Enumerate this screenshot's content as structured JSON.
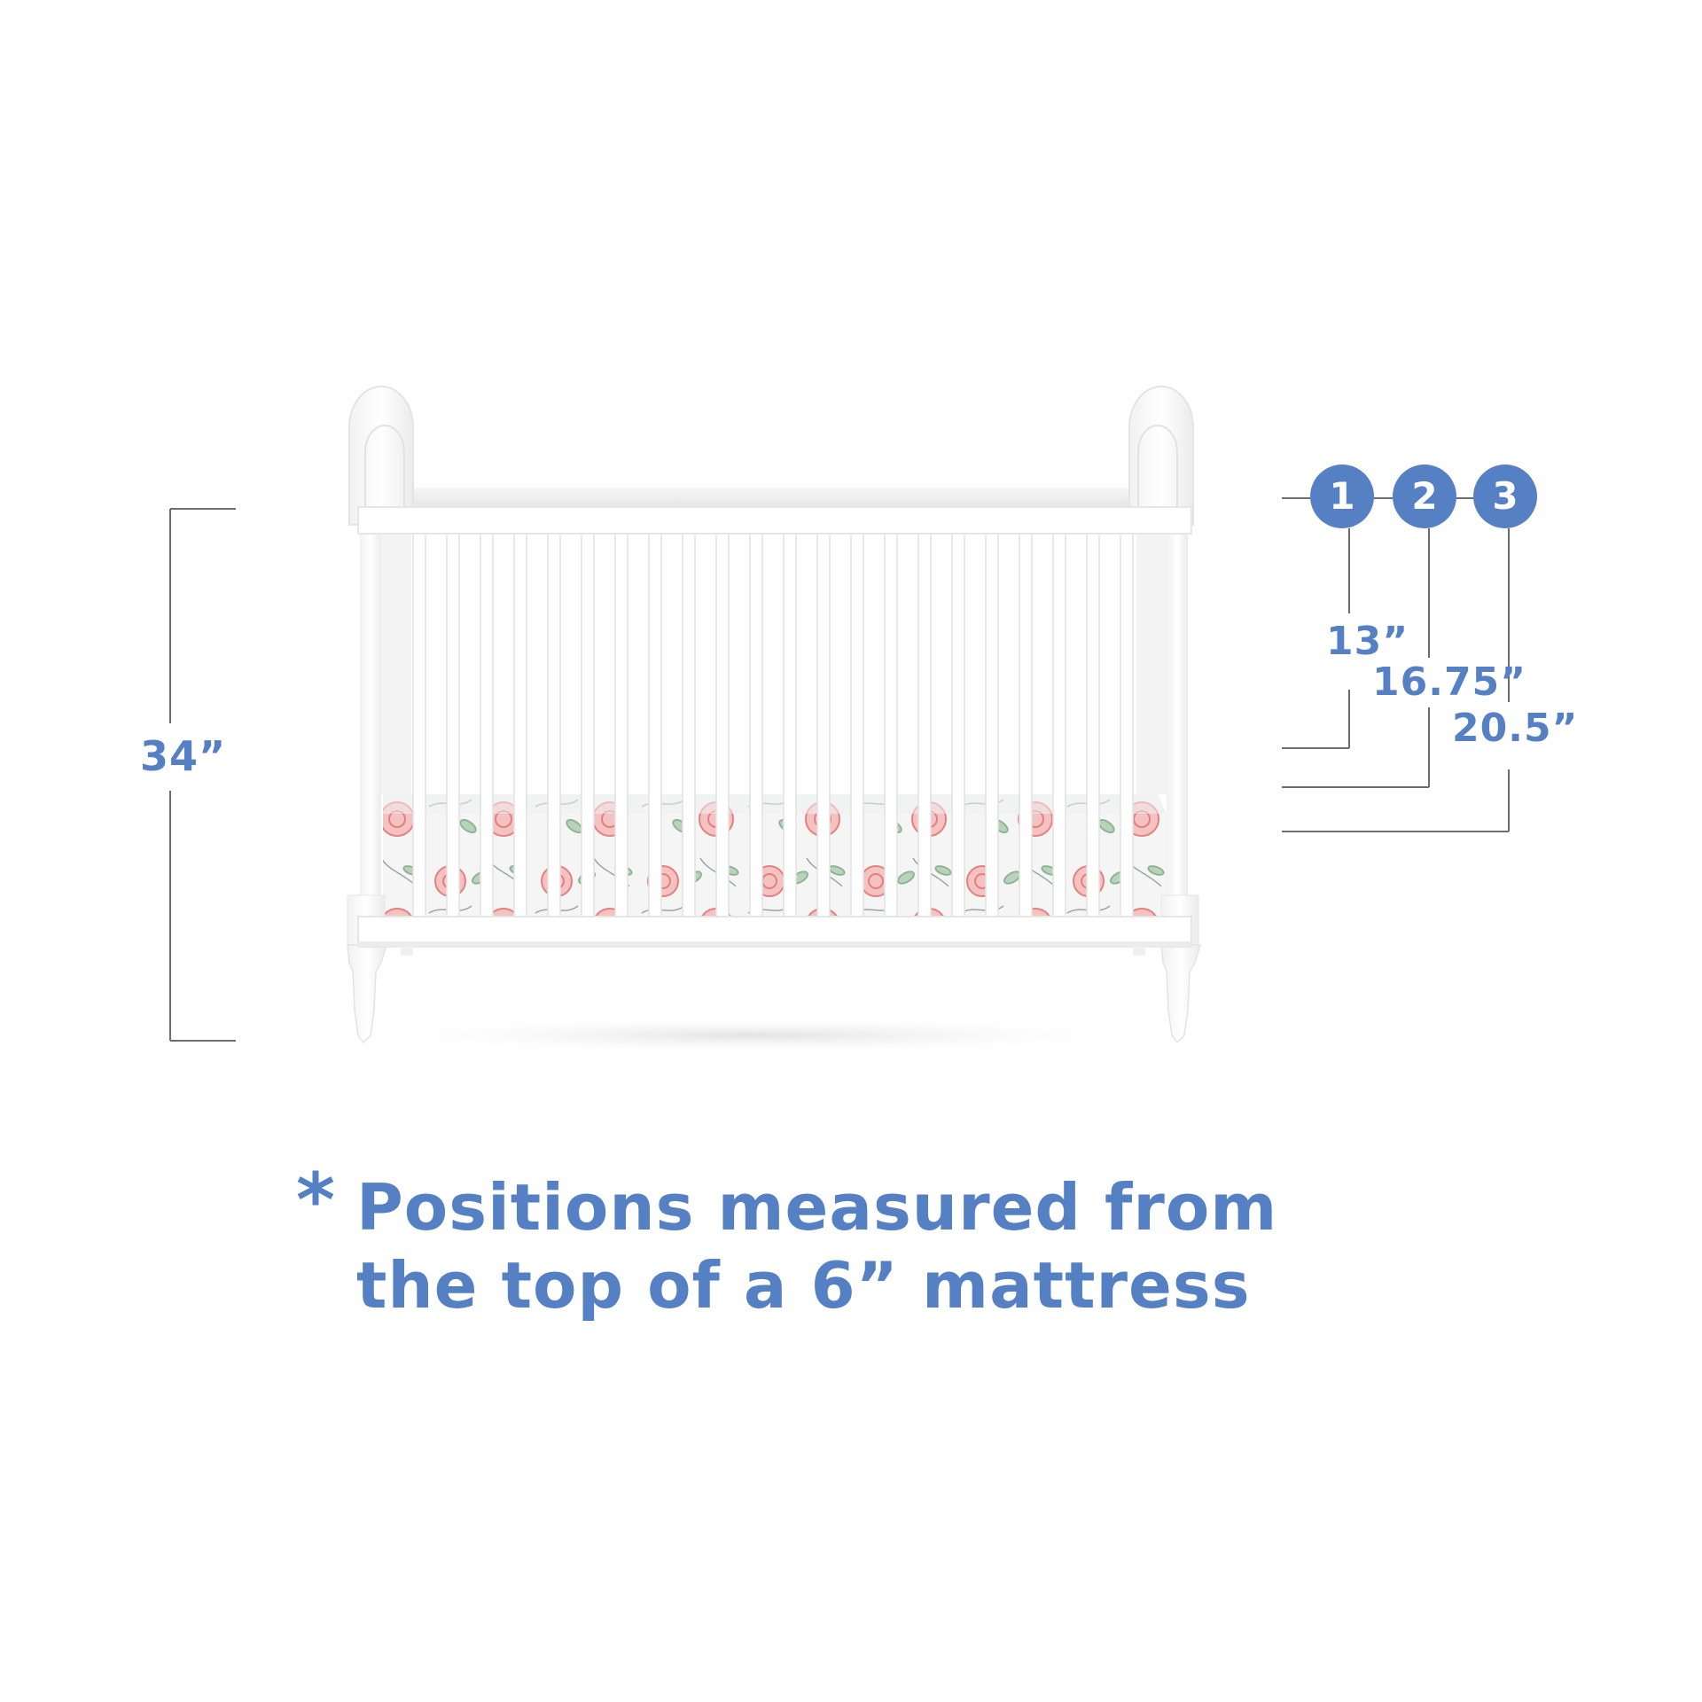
{
  "overall_height": "34”",
  "mattress_positions": [
    {
      "badge": "1",
      "height": "13”"
    },
    {
      "badge": "2",
      "height": "16.75”"
    },
    {
      "badge": "3",
      "height": "20.5”"
    }
  ],
  "footnote": {
    "star": "*",
    "line1": "Positions measured from",
    "line2": "the top of a 6” mattress"
  },
  "colors": {
    "accent": "#5580c4",
    "crib_white": "#ffffff",
    "dimension_line": "#6d6d6d",
    "sheet_pink": "#e57f80",
    "sheet_green": "#8fb596"
  }
}
